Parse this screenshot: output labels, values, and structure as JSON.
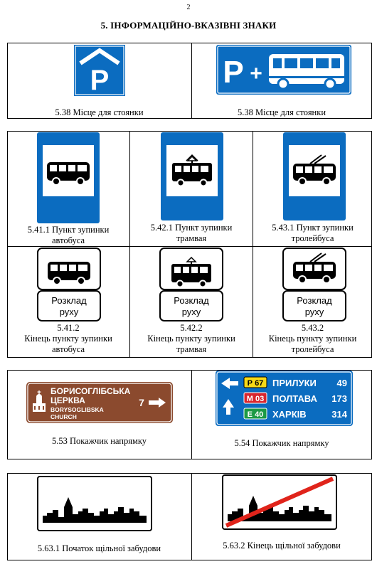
{
  "page": {
    "number": "2",
    "title": "5. ІНФОРМАЦІЙНО-ВКАЗІВНІ ЗНАКИ"
  },
  "section1": {
    "left_caption": "5.38 Місце для стоянки",
    "right_caption": "5.38 Місце для стоянки",
    "parking_letter": "P",
    "plus_sign": "+"
  },
  "section2": {
    "row1": [
      {
        "line1": "5.41.1 Пункт зупинки",
        "line2": "автобуса"
      },
      {
        "line1": "5.42.1 Пункт зупинки",
        "line2": "трамвая"
      },
      {
        "line1": "5.43.1 Пункт зупинки",
        "line2": "тролейбуса"
      }
    ],
    "row2": [
      {
        "line1": "5.41.2",
        "line2": "Кінець пункту зупинки",
        "line3": "автобуса"
      },
      {
        "line1": "5.42.2",
        "line2": "Кінець пункту зупинки",
        "line3": "трамвая"
      },
      {
        "line1": "5.43.2",
        "line2": "Кінець пункту зупинки",
        "line3": "тролейбуса"
      }
    ],
    "schedule_label_line1": "Розклад",
    "schedule_label_line2": "руху"
  },
  "section3": {
    "left_caption": "5.53 Покажчик напрямку",
    "right_caption": "5.54 Покажчик напрямку",
    "brown_sign": {
      "line1": "БОРИСОГЛІБСЬКА",
      "line2": "ЦЕРКВА",
      "line3": "BORYSOGLIBSKA",
      "line4": "CHURCH",
      "distance": "7"
    },
    "blue_sign": {
      "rows": [
        {
          "route": "Р 67",
          "city": "ПРИЛУКИ",
          "km": "49"
        },
        {
          "route": "М 03",
          "city": "ПОЛТАВА",
          "km": "173"
        },
        {
          "route": "Е 40",
          "city": "ХАРКІВ",
          "km": "314"
        }
      ]
    }
  },
  "section4": {
    "left_caption": "5.63.1 Початок щільної забудови",
    "right_caption": "5.63.2 Кінець щільної забудови"
  },
  "colors": {
    "sign_blue": "#0b6cc0",
    "sign_brown": "#8b4a2e",
    "route_yellow": "#f7d917",
    "route_red": "#d8262e",
    "route_green": "#1c9a45",
    "end_line_red": "#e0241b"
  }
}
